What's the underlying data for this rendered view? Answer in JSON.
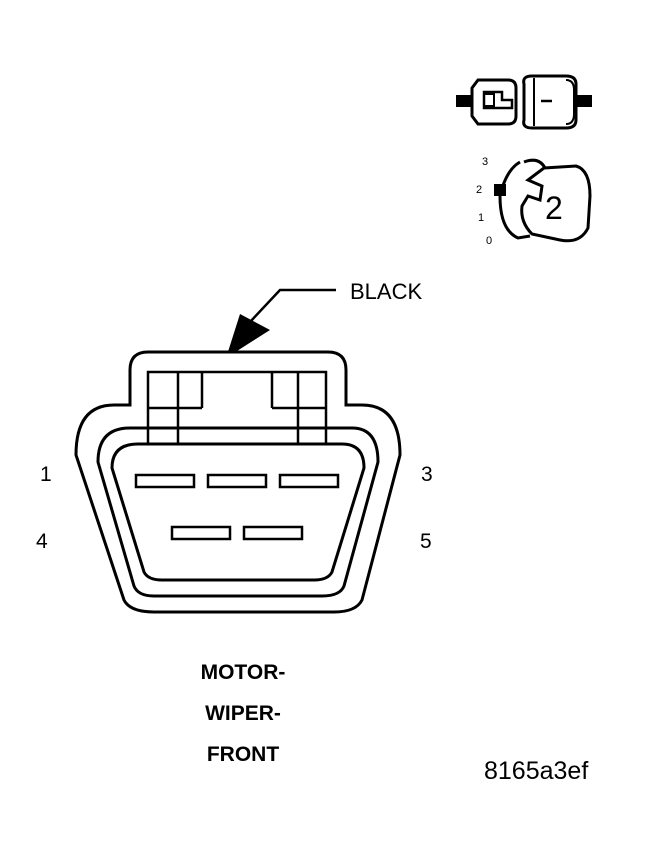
{
  "callout": {
    "color_label": "BLACK"
  },
  "pins": {
    "p1": "1",
    "p3": "3",
    "p4": "4",
    "p5": "5"
  },
  "caption": {
    "line1": "MOTOR-",
    "line2": "WIPER-",
    "line3": "FRONT"
  },
  "figure_id": "8165a3ef",
  "key_icon": {
    "positions": [
      "3",
      "2",
      "1",
      "0"
    ],
    "selected": "2"
  },
  "icons": [
    "connector-halves-icon",
    "key-position-icon"
  ]
}
